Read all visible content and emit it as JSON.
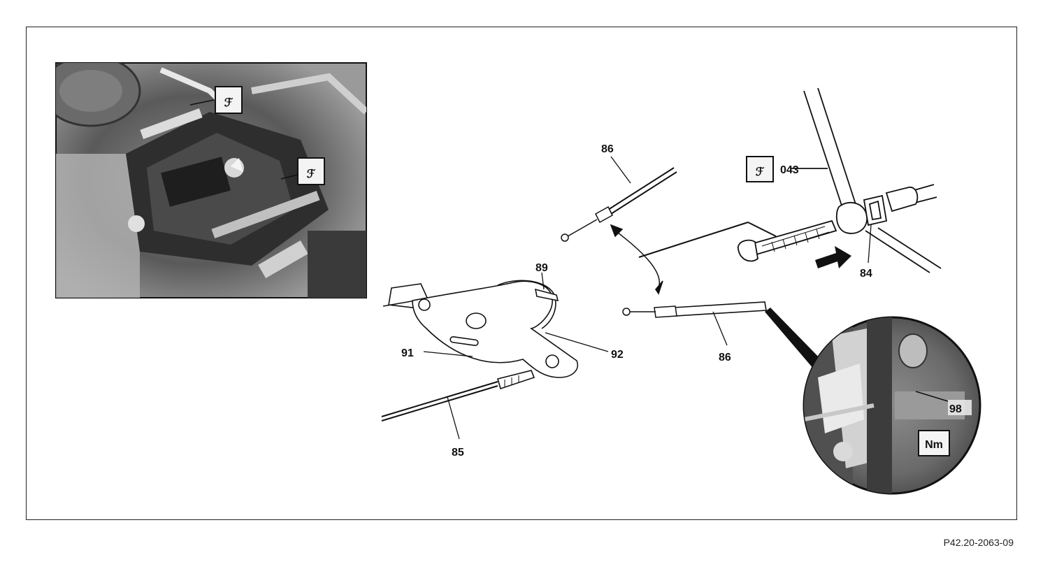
{
  "labels": {
    "l86_top": "86",
    "l89": "89",
    "l91": "91",
    "l92": "92",
    "l85": "85",
    "l86_bottom": "86",
    "l043": "043",
    "l84": "84",
    "l98": "98"
  },
  "icons": {
    "tool_symbol_1": "special-tool-icon",
    "tool_symbol_2": "special-tool-icon",
    "tool_symbol_3": "special-tool-icon",
    "torque_symbol": "Nm"
  },
  "figure_ref": "P42.20-2063-09"
}
